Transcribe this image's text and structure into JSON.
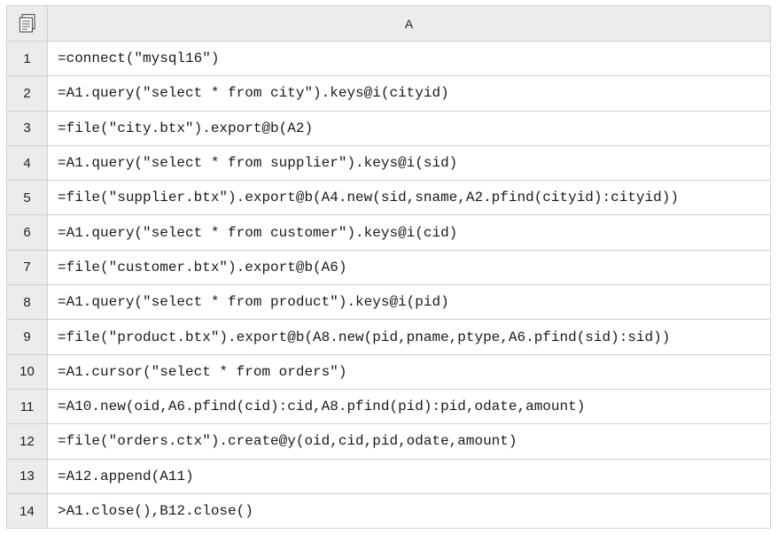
{
  "sheet": {
    "column_header": "A",
    "rows": [
      {
        "num": "1",
        "code": "=connect(\"mysql16\")"
      },
      {
        "num": "2",
        "code": "=A1.query(\"select * from city\").keys@i(cityid)"
      },
      {
        "num": "3",
        "code": "=file(\"city.btx\").export@b(A2)"
      },
      {
        "num": "4",
        "code": "=A1.query(\"select * from supplier\").keys@i(sid)"
      },
      {
        "num": "5",
        "code": "=file(\"supplier.btx\").export@b(A4.new(sid,sname,A2.pfind(cityid):cityid))"
      },
      {
        "num": "6",
        "code": "=A1.query(\"select * from customer\").keys@i(cid)"
      },
      {
        "num": "7",
        "code": "=file(\"customer.btx\").export@b(A6)"
      },
      {
        "num": "8",
        "code": "=A1.query(\"select * from product\").keys@i(pid)"
      },
      {
        "num": "9",
        "code": "=file(\"product.btx\").export@b(A8.new(pid,pname,ptype,A6.pfind(sid):sid))"
      },
      {
        "num": "10",
        "code": "=A1.cursor(\"select * from orders\")"
      },
      {
        "num": "11",
        "code": "=A10.new(oid,A6.pfind(cid):cid,A8.pfind(pid):pid,odate,amount)"
      },
      {
        "num": "12",
        "code": "=file(\"orders.ctx\").create@y(oid,cid,pid,odate,amount)"
      },
      {
        "num": "13",
        "code": "=A12.append(A11)"
      },
      {
        "num": "14",
        "code": ">A1.close(),B12.close()"
      }
    ]
  },
  "icons": {
    "corner": "copy-pages-icon"
  }
}
